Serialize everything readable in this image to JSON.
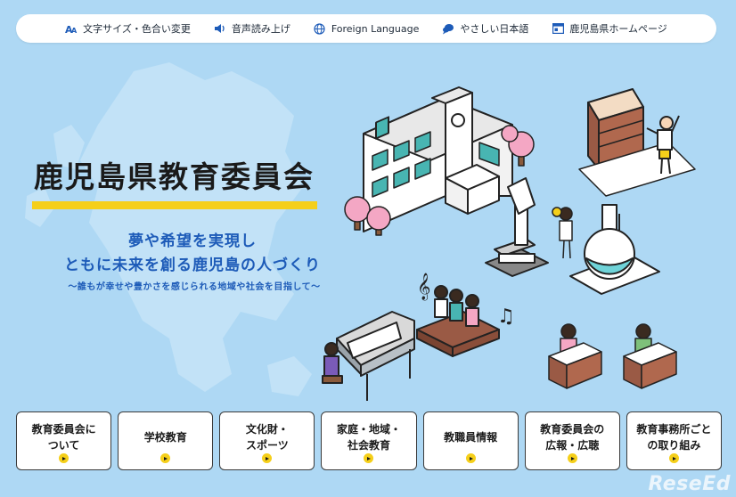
{
  "utility_bar": {
    "items": [
      {
        "label": "文字サイズ・色合い変更",
        "icon": "text-size-icon"
      },
      {
        "label": "音声読み上げ",
        "icon": "speaker-icon"
      },
      {
        "label": "Foreign Language",
        "icon": "globe-icon"
      },
      {
        "label": "やさしい日本語",
        "icon": "speech-bubble-icon"
      },
      {
        "label": "鹿児島県ホームページ",
        "icon": "browser-window-icon"
      }
    ]
  },
  "hero": {
    "title": "鹿児島県教育委員会",
    "slogan_line1": "夢や希望を実現し",
    "slogan_line2": "ともに未来を創る鹿児島の人づくり",
    "subline": "〜誰もが幸せや豊かさを感じられる地域や社会を目指して〜"
  },
  "nav": {
    "buttons": [
      {
        "label": "教育委員会に\nついて"
      },
      {
        "label": "学校教育"
      },
      {
        "label": "文化財・\nスポーツ"
      },
      {
        "label": "家庭・地域・\n社会教育"
      },
      {
        "label": "教職員情報"
      },
      {
        "label": "教育委員会の\n広報・広聴"
      },
      {
        "label": "教育事務所ごと\nの取り組み"
      }
    ]
  },
  "watermark": "ReseEd",
  "colors": {
    "background": "#aed8f4",
    "accent_yellow": "#f5cf1a",
    "slogan_blue": "#1d5bb8"
  }
}
